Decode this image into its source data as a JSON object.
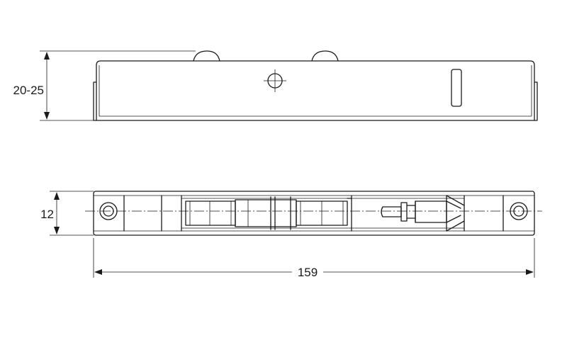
{
  "dimensions": {
    "height_label": "20-25",
    "width_label": "12",
    "length_label": "159"
  },
  "colors": {
    "line": "#1a1a1a",
    "background": "#ffffff"
  }
}
